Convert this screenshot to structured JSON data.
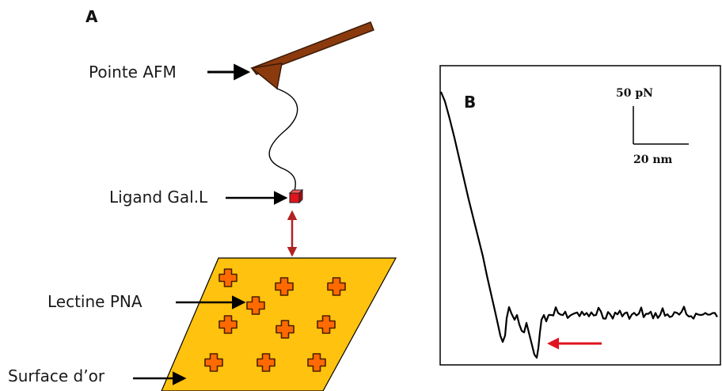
{
  "panel_a": {
    "letter": "A",
    "labels": {
      "tip": "Pointe AFM",
      "ligand": "Ligand Gal.L",
      "lectin": "Lectine PNA",
      "surface": "Surface d’or"
    },
    "colors": {
      "cantilever": "#8b3a0e",
      "surface_fill": "#ffc20e",
      "lectin_fill": "#ff6a00",
      "ligand_fill": "#e0141e",
      "interaction_arrow": "#b22222"
    }
  },
  "panel_b": {
    "letter": "B",
    "scale_bar": {
      "force": "50 pN",
      "distance": "20 nm"
    },
    "colors": {
      "curve": "#000000",
      "rupture_arrow": "#e0141e"
    }
  }
}
